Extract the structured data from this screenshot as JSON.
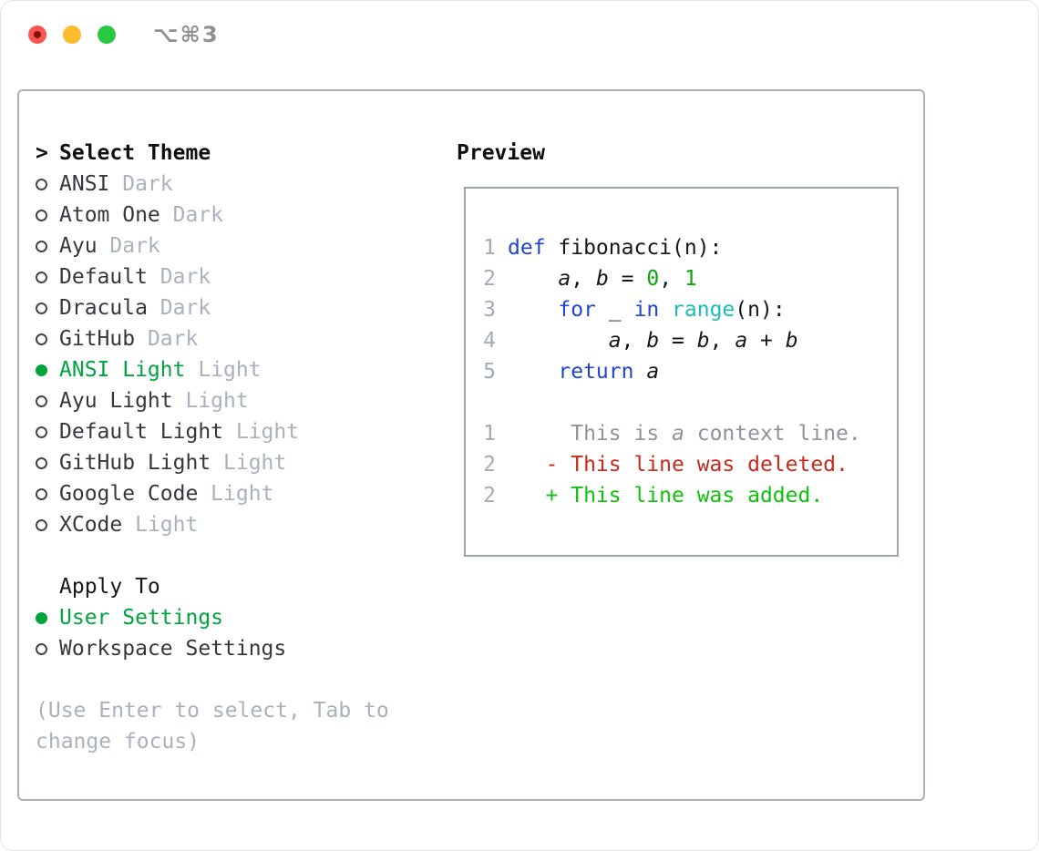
{
  "window": {
    "shortcut": "⌥⌘3",
    "traffic_lights": {
      "close": "red-circle-with-dot",
      "minimize": "yellow-circle",
      "zoom": "green-circle"
    }
  },
  "theme_panel": {
    "header_prompt": ">",
    "header_label": "Select Theme",
    "themes": [
      {
        "name": "ANSI",
        "variant": "Dark",
        "selected": false
      },
      {
        "name": "Atom One",
        "variant": "Dark",
        "selected": false
      },
      {
        "name": "Ayu",
        "variant": "Dark",
        "selected": false
      },
      {
        "name": "Default",
        "variant": "Dark",
        "selected": false
      },
      {
        "name": "Dracula",
        "variant": "Dark",
        "selected": false
      },
      {
        "name": "GitHub",
        "variant": "Dark",
        "selected": false
      },
      {
        "name": "ANSI Light",
        "variant": "Light",
        "selected": true
      },
      {
        "name": "Ayu Light",
        "variant": "Light",
        "selected": false
      },
      {
        "name": "Default Light",
        "variant": "Light",
        "selected": false
      },
      {
        "name": "GitHub Light",
        "variant": "Light",
        "selected": false
      },
      {
        "name": "Google Code",
        "variant": "Light",
        "selected": false
      },
      {
        "name": "XCode",
        "variant": "Light",
        "selected": false
      }
    ],
    "apply_to_label": "Apply To",
    "apply_options": [
      {
        "name": "User Settings",
        "selected": true
      },
      {
        "name": "Workspace Settings",
        "selected": false
      }
    ],
    "help_text": "(Use Enter to select, Tab to change focus)"
  },
  "preview": {
    "label": "Preview",
    "lines": [
      {
        "num": "1",
        "tokens": [
          [
            "kw",
            "def"
          ],
          [
            "fg",
            " fibonacci(n):"
          ]
        ]
      },
      {
        "num": "2",
        "tokens": [
          [
            "fg",
            "    "
          ],
          [
            "var",
            "a"
          ],
          [
            "fg",
            ", "
          ],
          [
            "var",
            "b"
          ],
          [
            "fg",
            " = "
          ],
          [
            "num",
            "0"
          ],
          [
            "fg",
            ", "
          ],
          [
            "num",
            "1"
          ]
        ]
      },
      {
        "num": "3",
        "tokens": [
          [
            "fg",
            "    "
          ],
          [
            "kw",
            "for"
          ],
          [
            "fg",
            " _ "
          ],
          [
            "kw",
            "in"
          ],
          [
            "fg",
            " "
          ],
          [
            "fn",
            "range"
          ],
          [
            "fg",
            "(n):"
          ]
        ]
      },
      {
        "num": "4",
        "tokens": [
          [
            "fg",
            "        "
          ],
          [
            "var",
            "a"
          ],
          [
            "fg",
            ", "
          ],
          [
            "var",
            "b"
          ],
          [
            "fg",
            " = "
          ],
          [
            "var",
            "b"
          ],
          [
            "fg",
            ", "
          ],
          [
            "var",
            "a"
          ],
          [
            "fg",
            " + "
          ],
          [
            "var",
            "b"
          ]
        ]
      },
      {
        "num": "5",
        "tokens": [
          [
            "fg",
            "    "
          ],
          [
            "kw",
            "return"
          ],
          [
            "fg",
            " "
          ],
          [
            "var",
            "a"
          ]
        ]
      },
      {
        "num": "",
        "tokens": []
      },
      {
        "num": "1",
        "tokens": [
          [
            "ctx",
            "     This is "
          ],
          [
            "ctxi",
            "a"
          ],
          [
            "ctx",
            " context line."
          ]
        ]
      },
      {
        "num": "2",
        "tokens": [
          [
            "del",
            "   - This line was deleted."
          ]
        ]
      },
      {
        "num": "2",
        "tokens": [
          [
            "add",
            "   + This line was added."
          ]
        ]
      }
    ]
  },
  "colors": {
    "selected_green": "#00a43f",
    "keyword_blue": "#2145cc",
    "builtin_cyan": "#1abdbd",
    "number_green": "#0da50d",
    "deleted_red": "#c8291a",
    "added_green": "#0cc30c",
    "muted_gray": "#a9b2bc",
    "panel_border": "#aab1bb"
  }
}
